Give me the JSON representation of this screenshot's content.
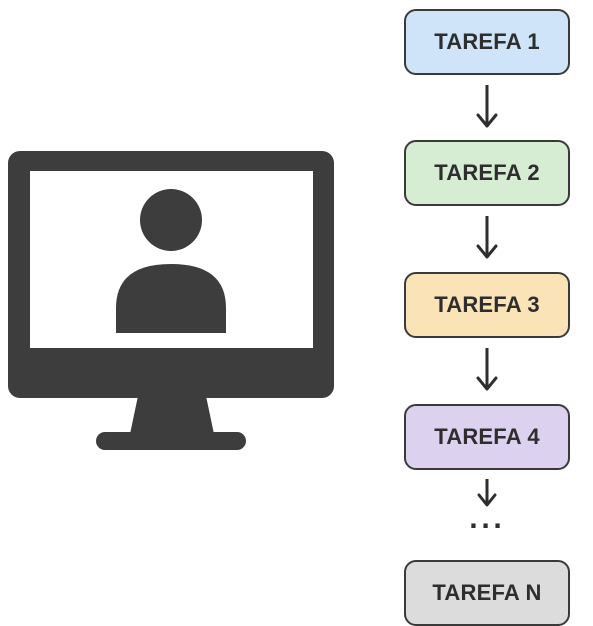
{
  "illustration": {
    "icon": "monitor-with-user-icon"
  },
  "flow": {
    "tasks": [
      {
        "label": "TAREFA 1",
        "color": "#cfe4f9"
      },
      {
        "label": "TAREFA 2",
        "color": "#d6ecd3"
      },
      {
        "label": "TAREFA 3",
        "color": "#fbe3b8"
      },
      {
        "label": "TAREFA 4",
        "color": "#dcd2f0"
      },
      {
        "label": "TAREFA N",
        "color": "#dcdcdc"
      }
    ],
    "ellipsis": "..."
  }
}
